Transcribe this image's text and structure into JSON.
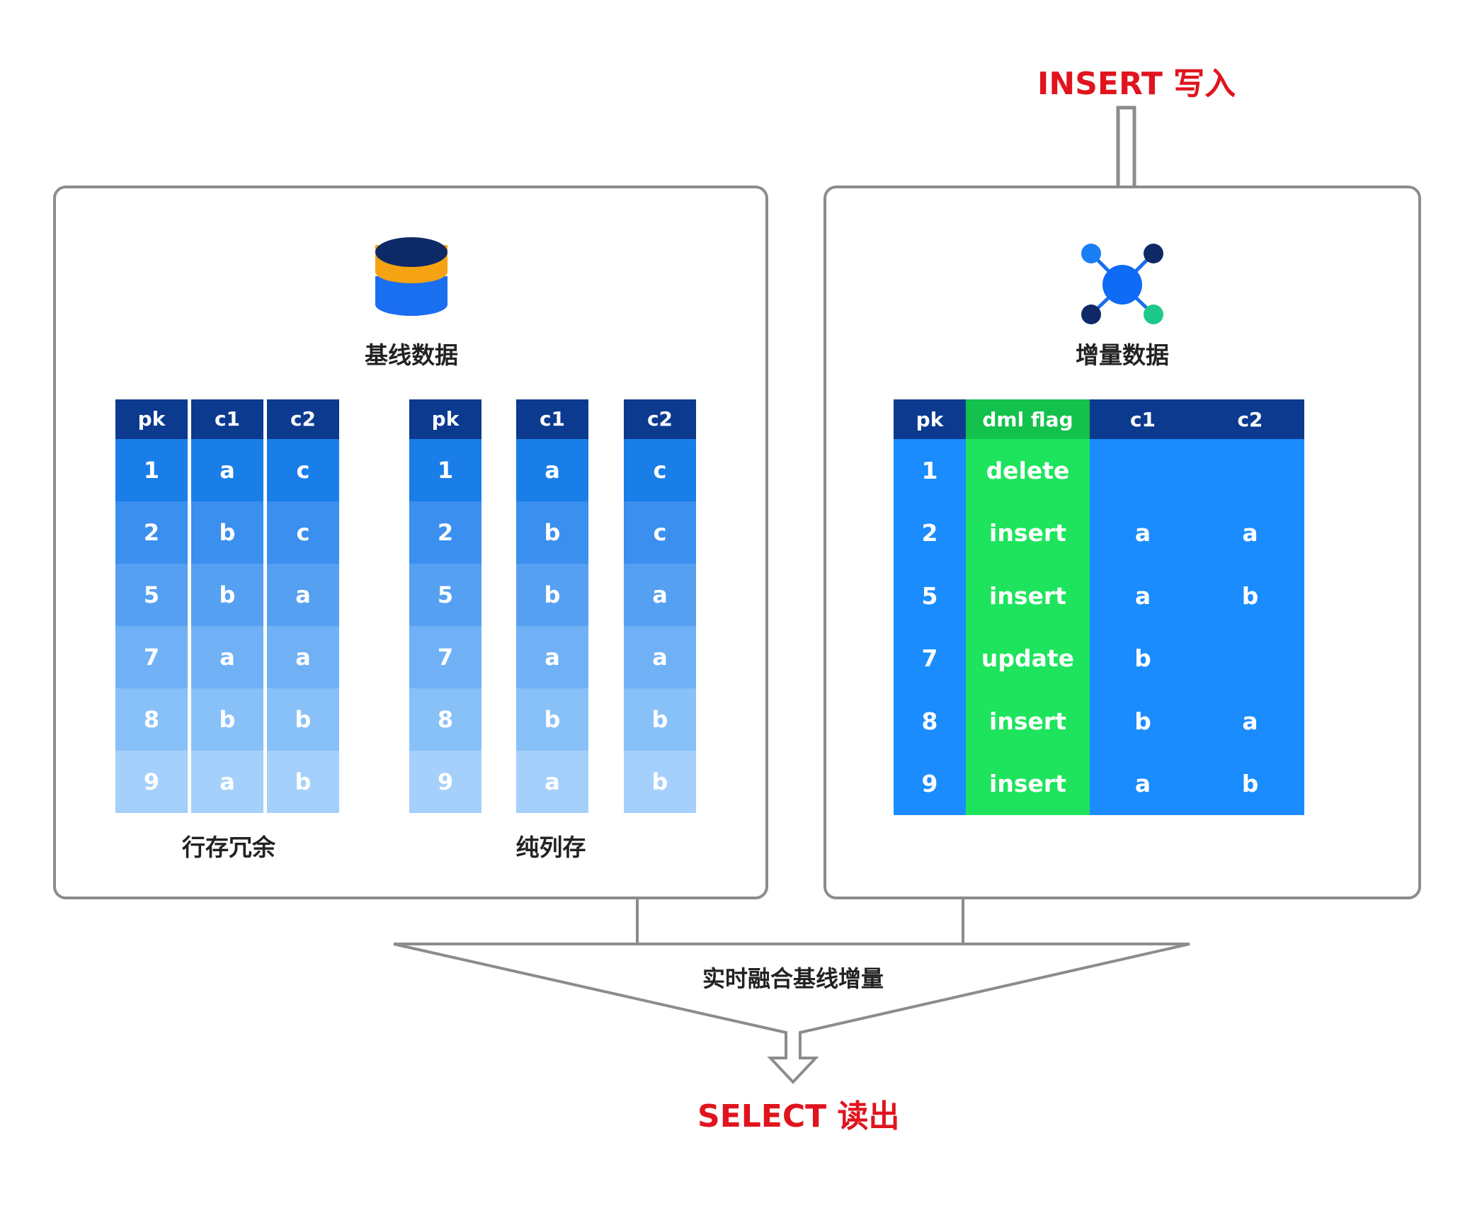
{
  "insert_label": "INSERT 写入",
  "select_label": "SELECT 读出",
  "merge_label": "实时融合基线增量",
  "baseline": {
    "title": "基线数据",
    "row_redundant_caption": "行存冗余",
    "pure_column_caption": "纯列存",
    "headers": [
      "pk",
      "c1",
      "c2"
    ],
    "pk": [
      "1",
      "2",
      "5",
      "7",
      "8",
      "9"
    ],
    "c1": [
      "a",
      "b",
      "b",
      "a",
      "b",
      "a"
    ],
    "c2": [
      "c",
      "c",
      "a",
      "a",
      "b",
      "b"
    ]
  },
  "incremental": {
    "title": "增量数据",
    "headers": [
      "pk",
      "dml flag",
      "c1",
      "c2"
    ],
    "rows": [
      [
        "1",
        "delete",
        "",
        ""
      ],
      [
        "2",
        "insert",
        "a",
        "a"
      ],
      [
        "5",
        "insert",
        "a",
        "b"
      ],
      [
        "7",
        "update",
        "b",
        ""
      ],
      [
        "8",
        "insert",
        "b",
        "a"
      ],
      [
        "9",
        "insert",
        "a",
        "b"
      ]
    ]
  },
  "colors": {
    "header": "#0b3a8f",
    "incremental_cell": "#1a8cfd",
    "flag_cell": "#1de45c",
    "accent_red": "#e0141e"
  },
  "icons": [
    "database-icon",
    "network-hub-icon"
  ]
}
